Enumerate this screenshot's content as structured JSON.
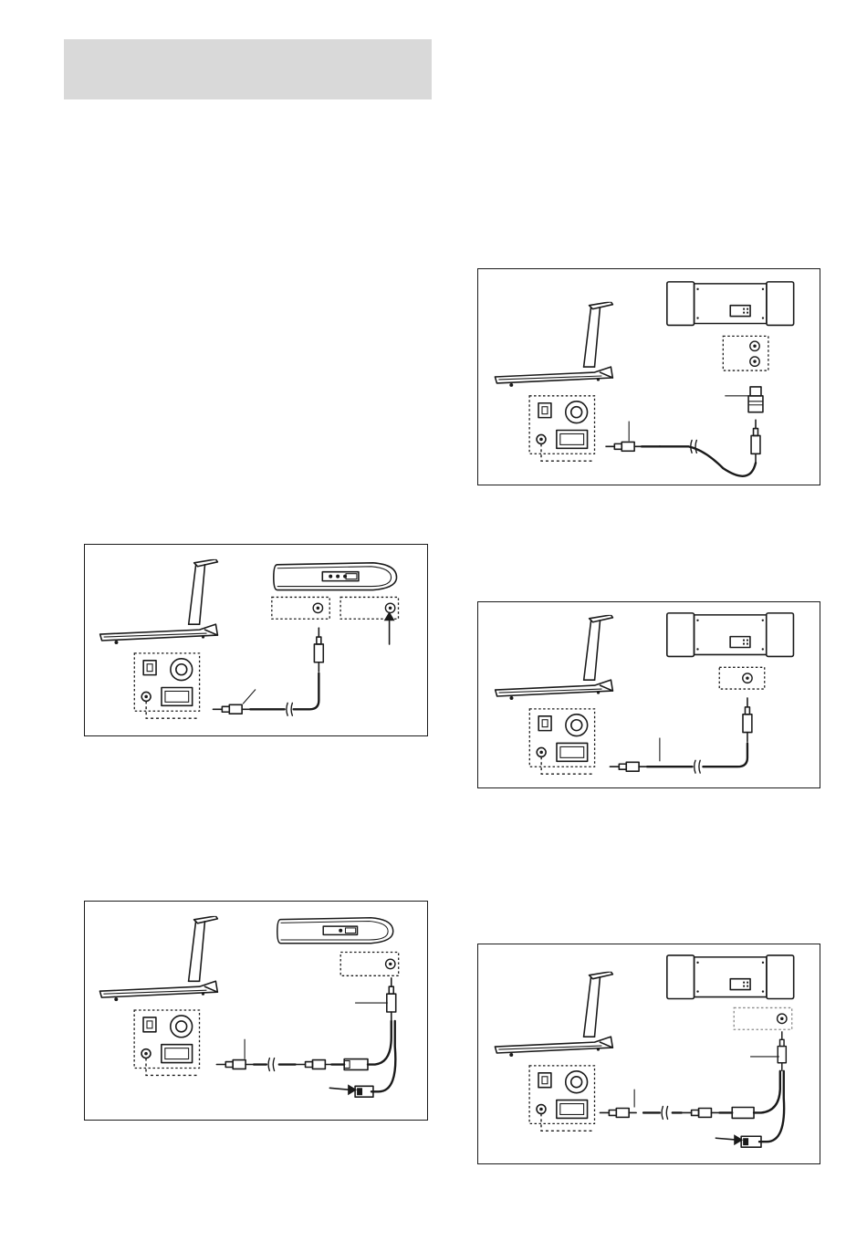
{
  "page": {
    "header": {
      "title": ""
    },
    "figures": [
      {
        "id": "fig-stereo-rca",
        "source_device": "stereo"
      },
      {
        "id": "fig-portable-cd-phones",
        "source_device": "portable-cd-player"
      },
      {
        "id": "fig-stereo-line-out",
        "source_device": "stereo"
      },
      {
        "id": "fig-portable-cd-splitter",
        "source_device": "portable-cd-player"
      },
      {
        "id": "fig-stereo-phones-splitter",
        "source_device": "stereo"
      }
    ]
  }
}
